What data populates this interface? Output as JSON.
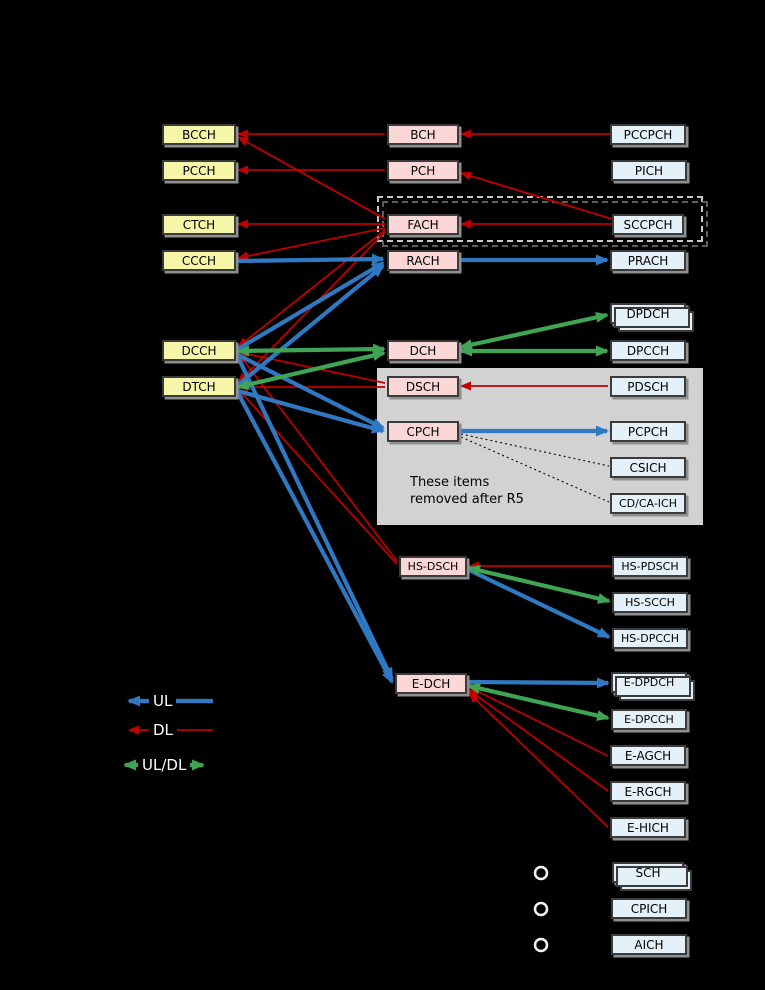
{
  "nodes": {
    "bcch": "BCCH",
    "pcch": "PCCH",
    "ctch": "CTCH",
    "ccch": "CCCH",
    "dcch": "DCCH",
    "dtch": "DTCH",
    "bch": "BCH",
    "pch": "PCH",
    "fach": "FACH",
    "rach": "RACH",
    "dch": "DCH",
    "dsch": "DSCH",
    "cpch": "CPCH",
    "hs_dsch": "HS-DSCH",
    "e_dch": "E-DCH",
    "pccpch": "PCCPCH",
    "pich": "PICH",
    "sccpch": "SCCPCH",
    "prach": "PRACH",
    "dpdch": "DPDCH",
    "dpcch": "DPCCH",
    "pdsch": "PDSCH",
    "pcpch": "PCPCH",
    "csich": "CSICH",
    "cdca_ich": "CD/CA-ICH",
    "hs_pdsch": "HS-PDSCH",
    "hs_scch": "HS-SCCH",
    "hs_dpcch": "HS-DPCCH",
    "e_dpdch": "E-DPDCH",
    "e_dpcch": "E-DPCCH",
    "e_agch": "E-AGCH",
    "e_rgch": "E-RGCH",
    "e_hich": "E-HICH",
    "sch": "SCH",
    "cpich": "CPICH",
    "aich": "AICH"
  },
  "legend": {
    "ul": "UL",
    "dl": "DL",
    "uldl": "UL/DL"
  },
  "note": {
    "line1": "These items",
    "line2": "removed after R5"
  },
  "colors": {
    "ul": "#2f78c2",
    "dl": "#c00000",
    "uldl": "#3fa454",
    "logical": "#f6f6a8",
    "transport": "#fbd7d7",
    "physical": "#e4f1f8"
  }
}
